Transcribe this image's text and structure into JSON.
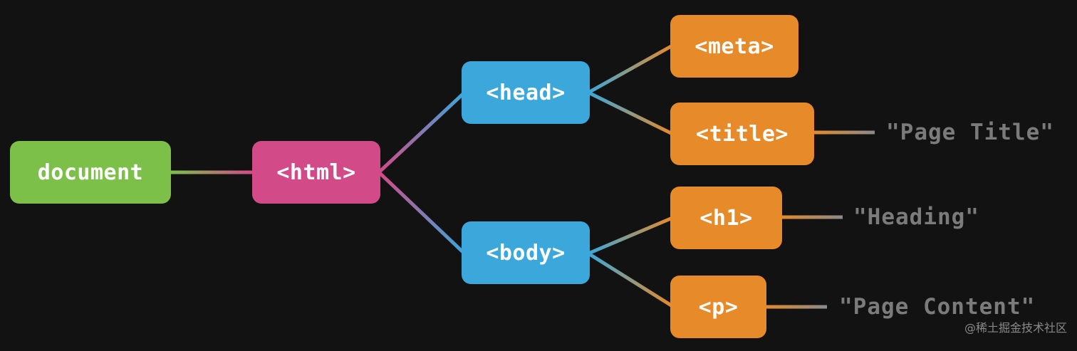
{
  "nodes": {
    "document": "document",
    "html": "<html>",
    "head": "<head>",
    "body": "<body>",
    "meta": "<meta>",
    "title": "<title>",
    "h1": "<h1>",
    "p": "<p>"
  },
  "text_nodes": {
    "page_title": "\"Page Title\"",
    "heading": "\"Heading\"",
    "page_content": "\"Page Content\""
  },
  "watermark": "@稀土掘金技术社区",
  "colors": {
    "document": "#7cc04a",
    "html": "#d24a87",
    "head_body": "#3ba7da",
    "leaf_elements": "#e68a2a",
    "text_node": "#7b7b7b",
    "background": "#121213"
  }
}
